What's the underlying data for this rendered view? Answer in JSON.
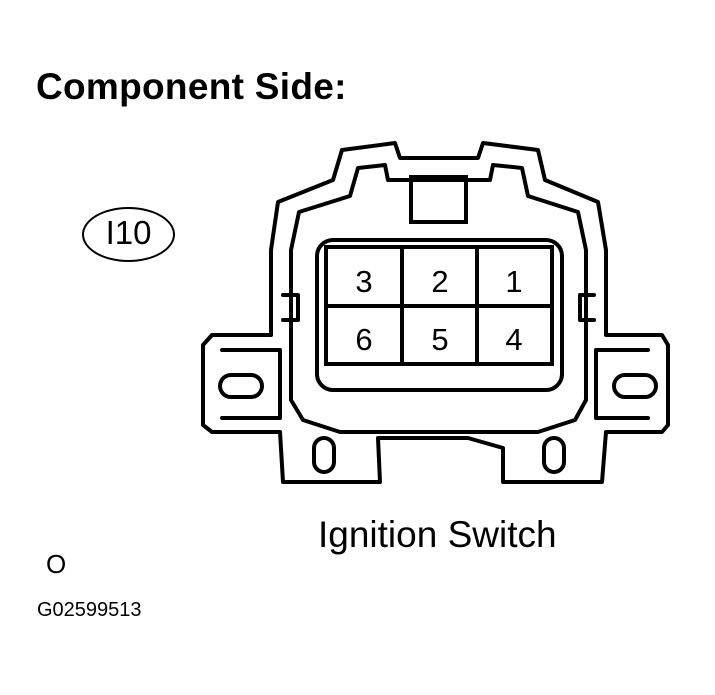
{
  "title": "Component Side:",
  "connector_code": "I10",
  "component_name": "Ignition Switch",
  "side_mark": "O",
  "figure_id": "G02599513",
  "pins": {
    "top_row": [
      "3",
      "2",
      "1"
    ],
    "bottom_row": [
      "6",
      "5",
      "4"
    ]
  }
}
